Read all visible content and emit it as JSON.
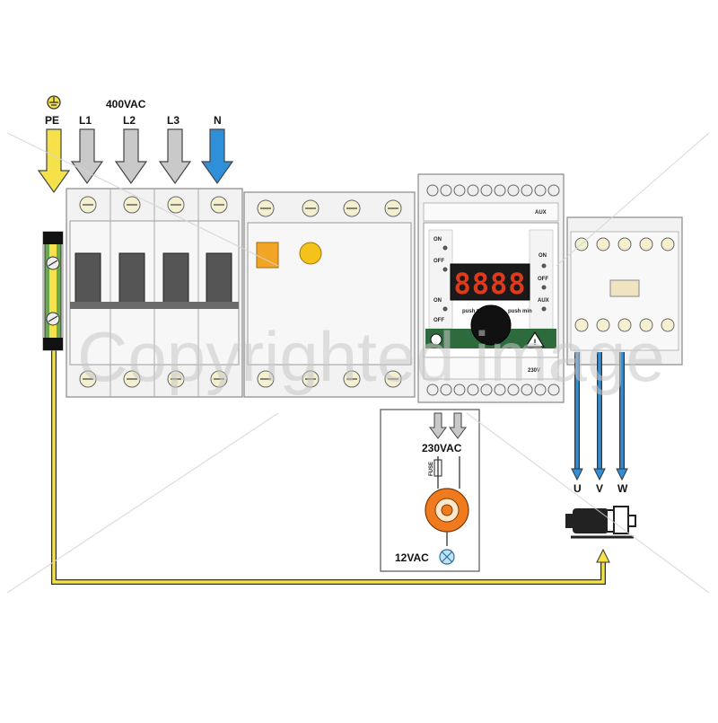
{
  "supply": {
    "voltage": "400VAC",
    "pe": "PE",
    "l1": "L1",
    "l2": "L2",
    "l3": "L3",
    "n": "N"
  },
  "controller": {
    "display": "8888",
    "on1": "ON",
    "off1": "OFF",
    "on2": "ON",
    "off2": "OFF",
    "on3": "ON",
    "off3": "OFF",
    "aux": "AUX",
    "aux_top": "AUX",
    "voltage_bottom": "230V",
    "push_reset": "push to reset",
    "push_min": "push min"
  },
  "pump_circuit": {
    "supply": "230VAC",
    "fuse": "FUSE",
    "lamp_voltage": "12VAC"
  },
  "motor": {
    "u": "U",
    "v": "V",
    "w": "W"
  },
  "watermark": "Copyrighted image",
  "colors": {
    "earth": "#f5e24a",
    "phase": "#c9c9c9",
    "neutral": "#2f8fd8",
    "motor_lines": "#2f8fd8",
    "display_digits": "#e03a1c",
    "module_green": "#2e6b3c",
    "pump_orange": "#f07a1e"
  }
}
